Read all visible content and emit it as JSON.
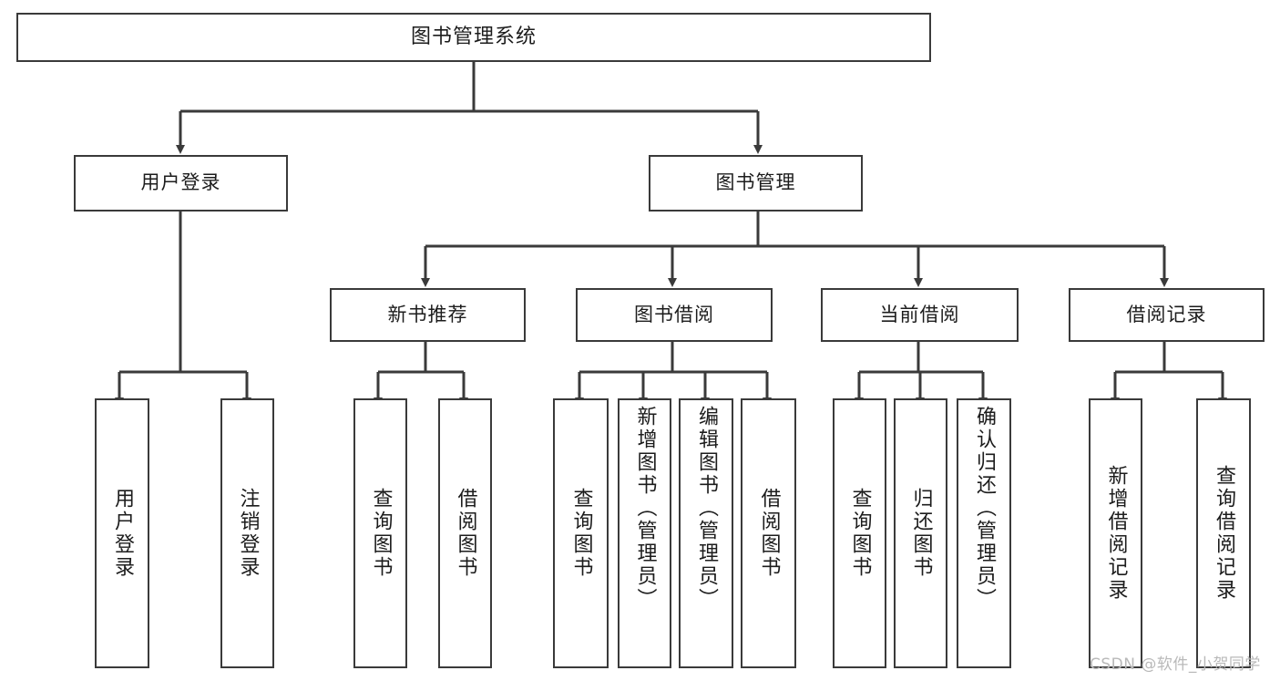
{
  "diagram": {
    "title": "图书管理系统",
    "type": "tree-hierarchy-chart",
    "orientation": "top-down",
    "stroke_color": "#3a3a3a",
    "background_color": "#ffffff",
    "root": {
      "id": "root",
      "label": "图书管理系统"
    },
    "level2": [
      {
        "id": "user-login",
        "label": "用户登录"
      },
      {
        "id": "book-management",
        "label": "图书管理"
      }
    ],
    "level3": [
      {
        "id": "new-book-recommend",
        "label": "新书推荐",
        "parent": "book-management"
      },
      {
        "id": "book-borrow",
        "label": "图书借阅",
        "parent": "book-management"
      },
      {
        "id": "current-borrow",
        "label": "当前借阅",
        "parent": "book-management"
      },
      {
        "id": "borrow-record",
        "label": "借阅记录",
        "parent": "book-management"
      }
    ],
    "leaves": [
      {
        "id": "leaf-user-login",
        "label": "用户登录",
        "parent": "user-login"
      },
      {
        "id": "leaf-logout",
        "label": "注销登录",
        "parent": "user-login"
      },
      {
        "id": "leaf-query-book-1",
        "label": "查询图书",
        "parent": "new-book-recommend"
      },
      {
        "id": "leaf-borrow-book-1",
        "label": "借阅图书",
        "parent": "new-book-recommend"
      },
      {
        "id": "leaf-query-book-2",
        "label": "查询图书",
        "parent": "book-borrow"
      },
      {
        "id": "leaf-add-book",
        "label": "新增图书（管理员）",
        "parent": "book-borrow"
      },
      {
        "id": "leaf-edit-book",
        "label": "编辑图书（管理员）",
        "parent": "book-borrow"
      },
      {
        "id": "leaf-borrow-book-2",
        "label": "借阅图书",
        "parent": "book-borrow"
      },
      {
        "id": "leaf-query-book-3",
        "label": "查询图书",
        "parent": "current-borrow"
      },
      {
        "id": "leaf-return-book",
        "label": "归还图书",
        "parent": "current-borrow"
      },
      {
        "id": "leaf-confirm-return",
        "label": "确认归还（管理员）",
        "parent": "current-borrow"
      },
      {
        "id": "leaf-add-borrow-record",
        "label": "新增借阅记录",
        "parent": "borrow-record"
      },
      {
        "id": "leaf-query-borrow-record",
        "label": "查询借阅记录",
        "parent": "borrow-record"
      }
    ]
  },
  "watermark": {
    "text": "CSDN @软件_小贺同学"
  }
}
